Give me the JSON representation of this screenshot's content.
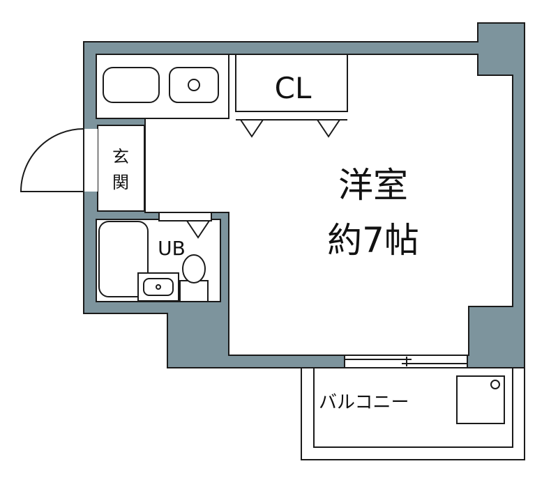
{
  "labels": {
    "closet": "CL",
    "entrance": "玄関",
    "entrance_char_1": "玄",
    "entrance_char_2": "関",
    "bath": "UB",
    "room_type": "洋室",
    "room_size": "約7帖",
    "balcony": "バルコニー"
  },
  "colors": {
    "wall": "#7d949d",
    "line": "#1a1a1a",
    "floor": "#ffffff"
  }
}
